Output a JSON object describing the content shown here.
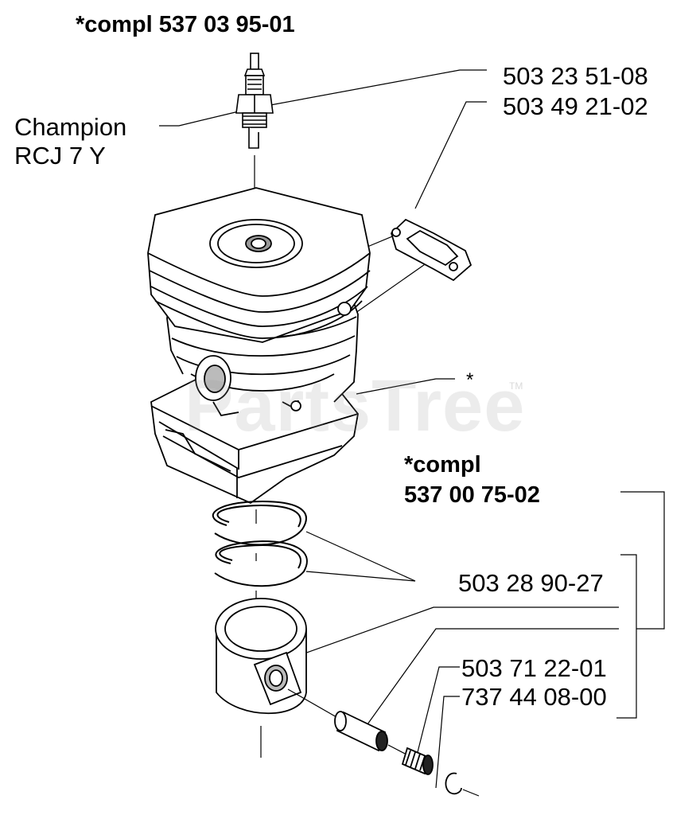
{
  "header": {
    "cylinder_kit_label": "*compl 537 03 95-01"
  },
  "spark_plug": {
    "brand": "Champion",
    "model": "RCJ 7 Y",
    "part_number": "503 23 51-08"
  },
  "gasket": {
    "part_number": "503 49 21-02"
  },
  "cylinder": {
    "asterisk_marker": "*"
  },
  "piston_kit": {
    "line1": "*compl",
    "line2": "537 00 75-02"
  },
  "piston_ring": {
    "part_number": "503 28 90-27"
  },
  "needle_bearing": {
    "part_number": "503 71 22-01"
  },
  "circlip": {
    "part_number": "737 44 08-00"
  },
  "watermark": {
    "text": "PartsTree",
    "tm": "TM"
  }
}
